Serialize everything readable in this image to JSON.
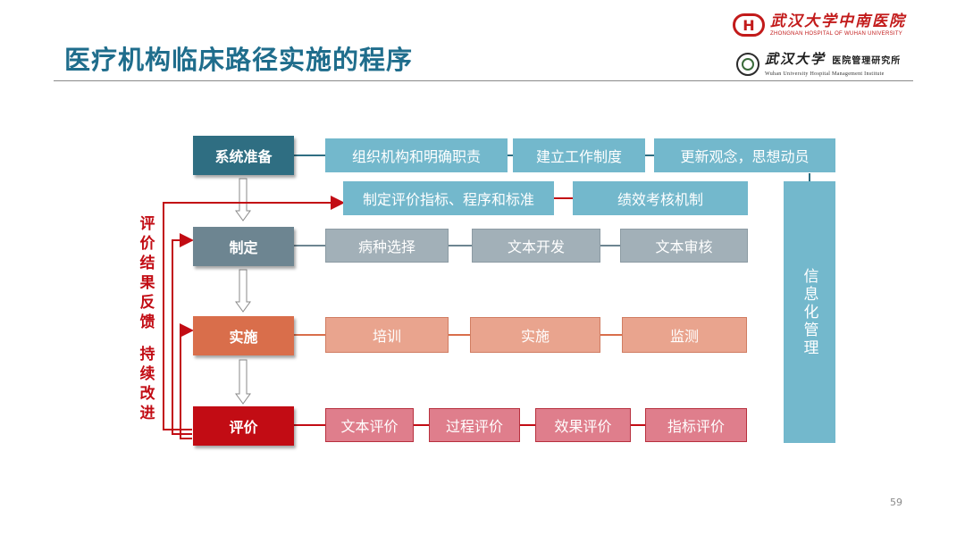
{
  "title": "医疗机构临床路径实施的程序",
  "logos": {
    "hospital_cn": "武汉大学中南医院",
    "hospital_en": "ZHONGNAN HOSPITAL OF WUHAN UNIVERSITY",
    "mark": "H",
    "institute_cn_main": "武汉大学",
    "institute_cn_sub": "医院管理研究所",
    "institute_en": "Wuhan University Hospital Management Institute"
  },
  "diagram": {
    "steps": [
      "系统准备",
      "制定",
      "实施",
      "评价"
    ],
    "prep_items": [
      "组织机构和明确职责",
      "建立工作制度",
      "更新观念，思想动员"
    ],
    "standard_items": [
      "制定评价指标、程序和标准",
      "绩效考核机制"
    ],
    "formulate_items": [
      "病种选择",
      "文本开发",
      "文本审核"
    ],
    "implement_items": [
      "培训",
      "实施",
      "监测"
    ],
    "evaluate_items": [
      "文本评价",
      "过程评价",
      "效果评价",
      "指标评价"
    ],
    "info_label": "信息化管理",
    "feedback_top": "评价结果反馈",
    "feedback_bottom": "持续改进"
  },
  "colors": {
    "title": "#1f6d8c",
    "step_prep": "#2f6e82",
    "step_formulate": "#6d8591",
    "step_implement": "#d96e4b",
    "step_evaluate": "#c20c14",
    "light_blue": "#73b8cc",
    "feedback_red": "#c20c14"
  },
  "page_number": "59"
}
